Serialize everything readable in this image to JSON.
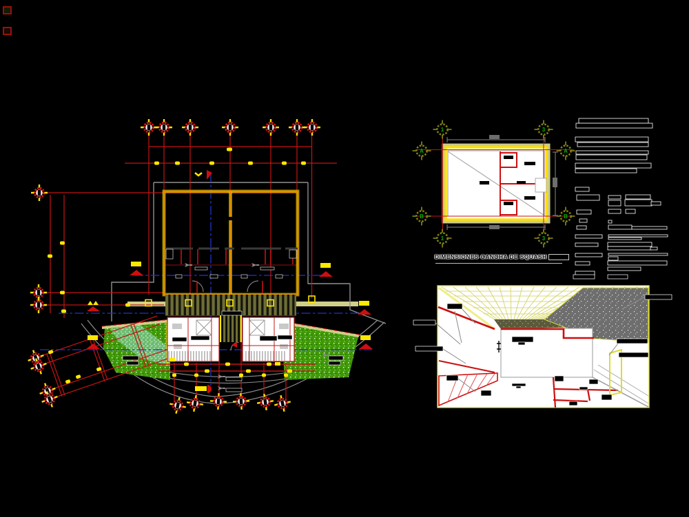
{
  "page": {
    "kind": "CAD drawing viewer",
    "background": "#000000"
  },
  "court_diagram": {
    "title": "DIMENSIONES CANCHA DE SQUASH",
    "grid_bubbles": [
      {
        "label": "1"
      },
      {
        "label": "3"
      },
      {
        "label": "A"
      },
      {
        "label": "A"
      },
      {
        "label": "B"
      },
      {
        "label": "B"
      },
      {
        "label": "1"
      },
      {
        "label": "3"
      }
    ]
  },
  "colors": {
    "grid_red": "#c41414",
    "wall_yellow": "#ffdd00",
    "wall_orange": "#e09000",
    "khaki_band": "#cfcf8a",
    "centerline_blue": "#2233cc",
    "outline_gray": "#909090",
    "grass_green": "#3f9b07",
    "cyan_speckle": "#bfeadf",
    "olive_bubble": "#7f7f14",
    "bubble_letter_green": "#00b400",
    "speckle_wall_gray": "#6e6e6e",
    "paper_white": "#ffffff",
    "redacted_text": "#000000"
  }
}
